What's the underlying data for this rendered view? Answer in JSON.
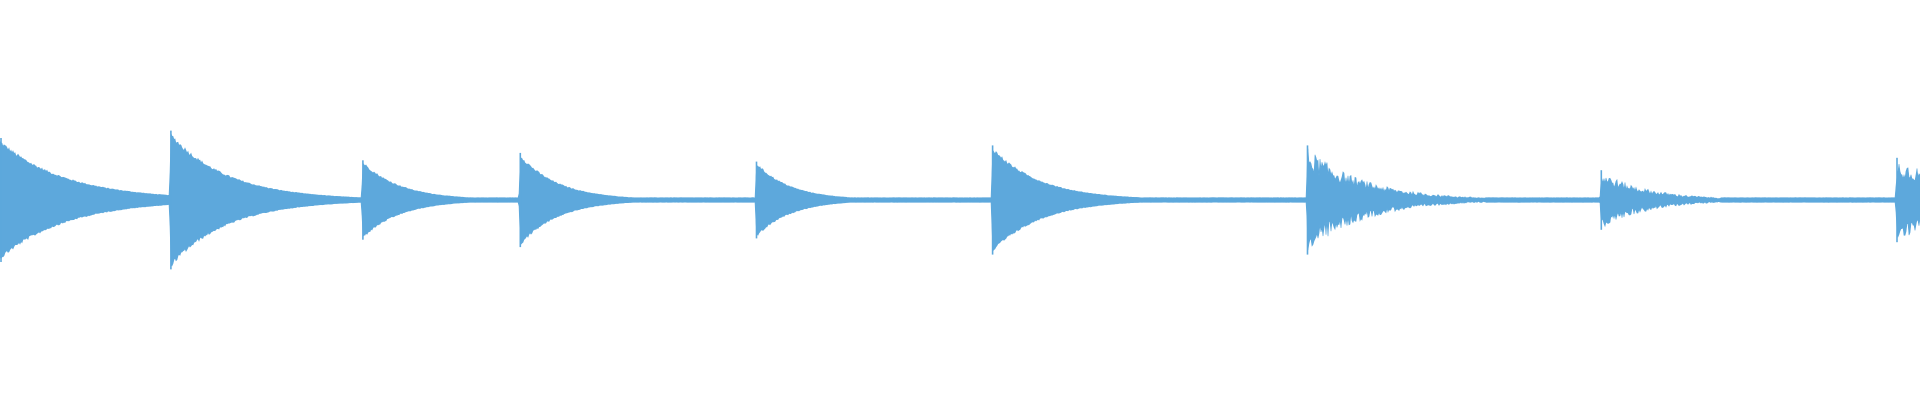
{
  "waveform": {
    "color": "#5da8dc",
    "background": "#ffffff",
    "duration_fraction_events": [
      {
        "t": 0.0,
        "peak": 0.5,
        "decay": 0.035,
        "style": "smooth"
      },
      {
        "t": 0.089,
        "peak": 0.56,
        "decay": 0.03,
        "style": "smooth"
      },
      {
        "t": 0.189,
        "peak": 0.32,
        "decay": 0.02,
        "style": "smooth"
      },
      {
        "t": 0.271,
        "peak": 0.38,
        "decay": 0.02,
        "style": "smooth"
      },
      {
        "t": 0.394,
        "peak": 0.31,
        "decay": 0.018,
        "style": "smooth"
      },
      {
        "t": 0.517,
        "peak": 0.44,
        "decay": 0.025,
        "style": "smooth"
      },
      {
        "t": 0.681,
        "peak": 0.44,
        "decay": 0.03,
        "style": "noisy"
      },
      {
        "t": 0.834,
        "peak": 0.24,
        "decay": 0.025,
        "style": "noisy"
      },
      {
        "t": 0.988,
        "peak": 0.34,
        "decay": 0.05,
        "style": "noisy"
      }
    ],
    "baseline_level": 0.02
  }
}
